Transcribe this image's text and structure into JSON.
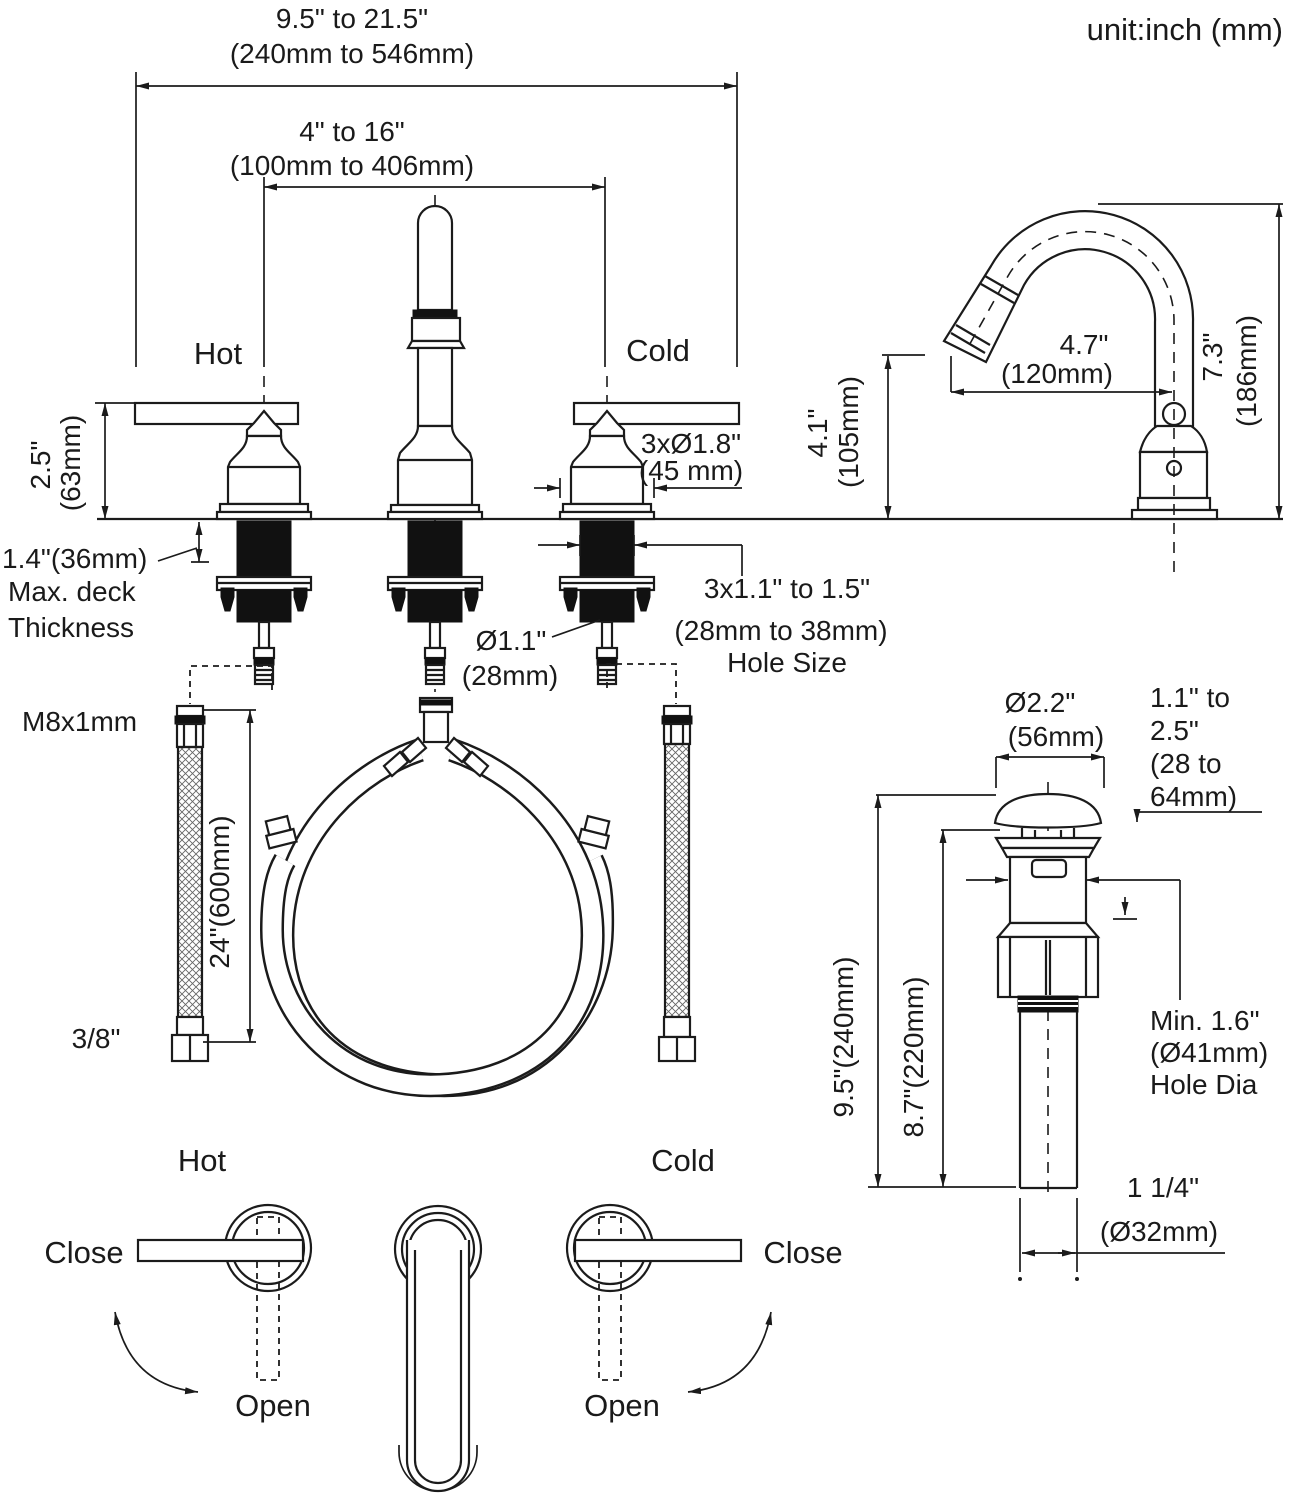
{
  "unit_note": "unit:inch (mm)",
  "top_dims": {
    "overall_in": "9.5\" to 21.5\"",
    "overall_mm": "(240mm to 546mm)",
    "spread_in": "4\" to 16\"",
    "spread_mm": "(100mm to 406mm)"
  },
  "labels": {
    "hot": "Hot",
    "cold": "Cold"
  },
  "left_dims": {
    "handle_height_in": "2.5\"",
    "handle_height_mm": "(63mm)",
    "deck_max": "1.4\"(36mm)",
    "deck_line2": "Max. deck",
    "deck_line3": "Thickness",
    "thread": "M8x1mm",
    "hose_length": "24\"(600mm)",
    "hose_conn": "3/8\""
  },
  "center_dims": {
    "escutcheon_dia": "3xØ1.8\"",
    "escutcheon_dia_mm": "(45 mm)",
    "hole_size": "3x1.1\" to 1.5\"",
    "hole_size_mm": "(28mm to 38mm)",
    "hole_size_label": "Hole Size",
    "shank_dia": "Ø1.1\"",
    "shank_dia_mm": "(28mm)"
  },
  "spout_dims": {
    "outlet_height_in": "4.1\"",
    "outlet_height_mm": "(105mm)",
    "reach_in": "4.7\"",
    "reach_mm": "(120mm)",
    "height_in": "7.3\"",
    "height_mm": "(186mm)"
  },
  "drain_dims": {
    "cap_dia": "Ø2.2\"",
    "cap_dia_mm": "(56mm)",
    "range1": "1.1\" to",
    "range2": "2.5\"",
    "range3": "(28 to",
    "range4": "64mm)",
    "total_h": "9.5\"(240mm)",
    "body_h": "8.7\"(220mm)",
    "min1": "Min. 1.6\"",
    "min2": "(Ø41mm)",
    "min3": "Hole Dia",
    "tail_dia": "1 1/4\"",
    "tail_dia_mm": "(Ø32mm)"
  },
  "bottom": {
    "hot": "Hot",
    "cold": "Cold",
    "close_hot": "Close",
    "open_hot": "Open",
    "close_cold": "Close",
    "open_cold": "Open"
  }
}
